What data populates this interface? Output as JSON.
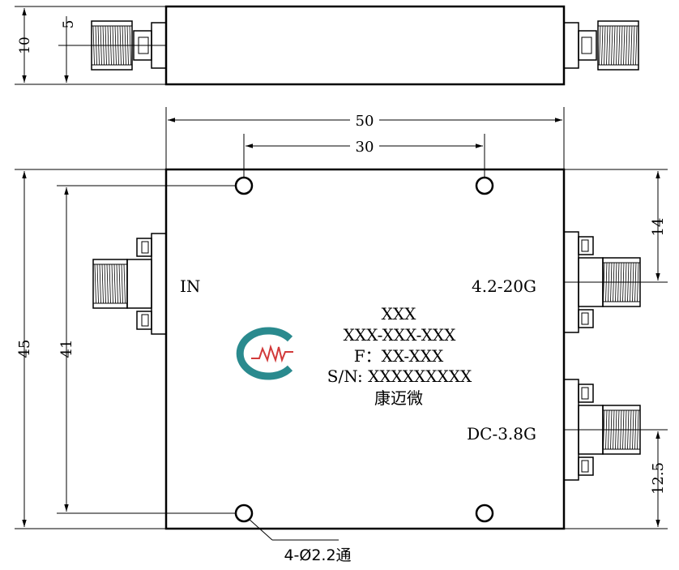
{
  "dimensions": {
    "side_height": "10",
    "side_connector_offset": "5",
    "overall_width": "50",
    "hole_spacing_x": "30",
    "overall_height": "45",
    "hole_spacing_y": "41",
    "top_port_offset": "14",
    "bottom_port_offset": "12.5",
    "hole_callout": "4-Ø2.2通"
  },
  "labels": {
    "input_port": "IN",
    "high_band_port": "4.2-20G",
    "low_band_port": "DC-3.8G"
  },
  "marking": {
    "line1": "XXX",
    "line2": "XXX-XXX-XXX",
    "line3": "F：XX-XXX",
    "line4": "S/N: XXXXXXXXX",
    "line5": "康迈微"
  },
  "logo": {
    "ring_color": "#2a8a8e",
    "wave_color": "#d23a3a"
  }
}
